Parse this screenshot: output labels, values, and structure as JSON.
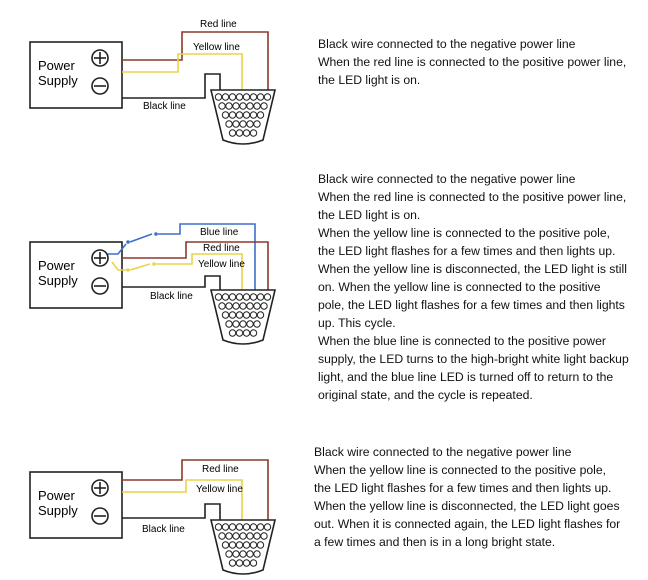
{
  "sections": [
    {
      "supply_label_line1": "Power",
      "supply_label_line2": "Supply",
      "wire_labels": {
        "red": "Red line",
        "yellow": "Yellow line",
        "black": "Black line"
      },
      "description": [
        "Black wire connected to the negative power line",
        "When the red line is connected to the positive power line,",
        "the LED light is on."
      ]
    },
    {
      "supply_label_line1": "Power",
      "supply_label_line2": "Supply",
      "wire_labels": {
        "blue": "Blue line",
        "red": "Red line",
        "yellow": "Yellow line",
        "black": "Black line"
      },
      "description": [
        "Black wire connected to the negative power line",
        "When the red line is connected to the positive power line,",
        "the LED light is on.",
        "When the yellow line is connected to the positive pole,",
        "the LED light flashes for a few times and then lights up.",
        "When the yellow line is disconnected, the LED light is still",
        "on. When the yellow line is connected to the positive",
        "pole, the LED light flashes for a few times and then lights",
        "up. This cycle.",
        "When the blue line is connected to the positive power",
        "supply, the LED turns to the high-bright white light backup",
        "light, and the blue line LED is turned off to return to the",
        "original state, and the cycle is repeated."
      ]
    },
    {
      "supply_label_line1": "Power",
      "supply_label_line2": "Supply",
      "wire_labels": {
        "red": "Red line",
        "yellow": "Yellow line",
        "black": "Black line"
      },
      "description": [
        "Black wire connected to the negative power line",
        "When the yellow line is connected to the positive pole,",
        "the LED light flashes for a few times and then lights up.",
        "When the yellow line is disconnected, the LED light goes",
        "out. When it is connected again, the LED light flashes for",
        "a few times and then is in a long bright state."
      ]
    }
  ],
  "colors": {
    "red": "#8b3a2a",
    "yellow": "#e8d34a",
    "blue": "#3d6fc9",
    "black": "#222222"
  }
}
